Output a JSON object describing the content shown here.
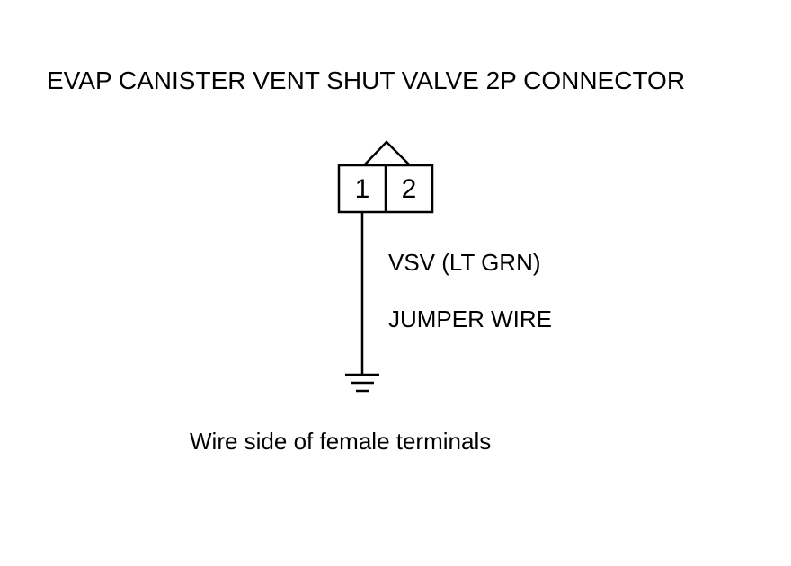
{
  "diagram": {
    "title": "EVAP CANISTER VENT SHUT VALVE 2P CONNECTOR",
    "connector": {
      "pins": [
        "1",
        "2"
      ]
    },
    "wire_label": "VSV (LT GRN)",
    "jumper_label": "JUMPER WIRE",
    "caption": "Wire side of female terminals",
    "ground_icon": "ground-symbol-icon",
    "line_color": "#000000",
    "background_color": "#ffffff"
  }
}
